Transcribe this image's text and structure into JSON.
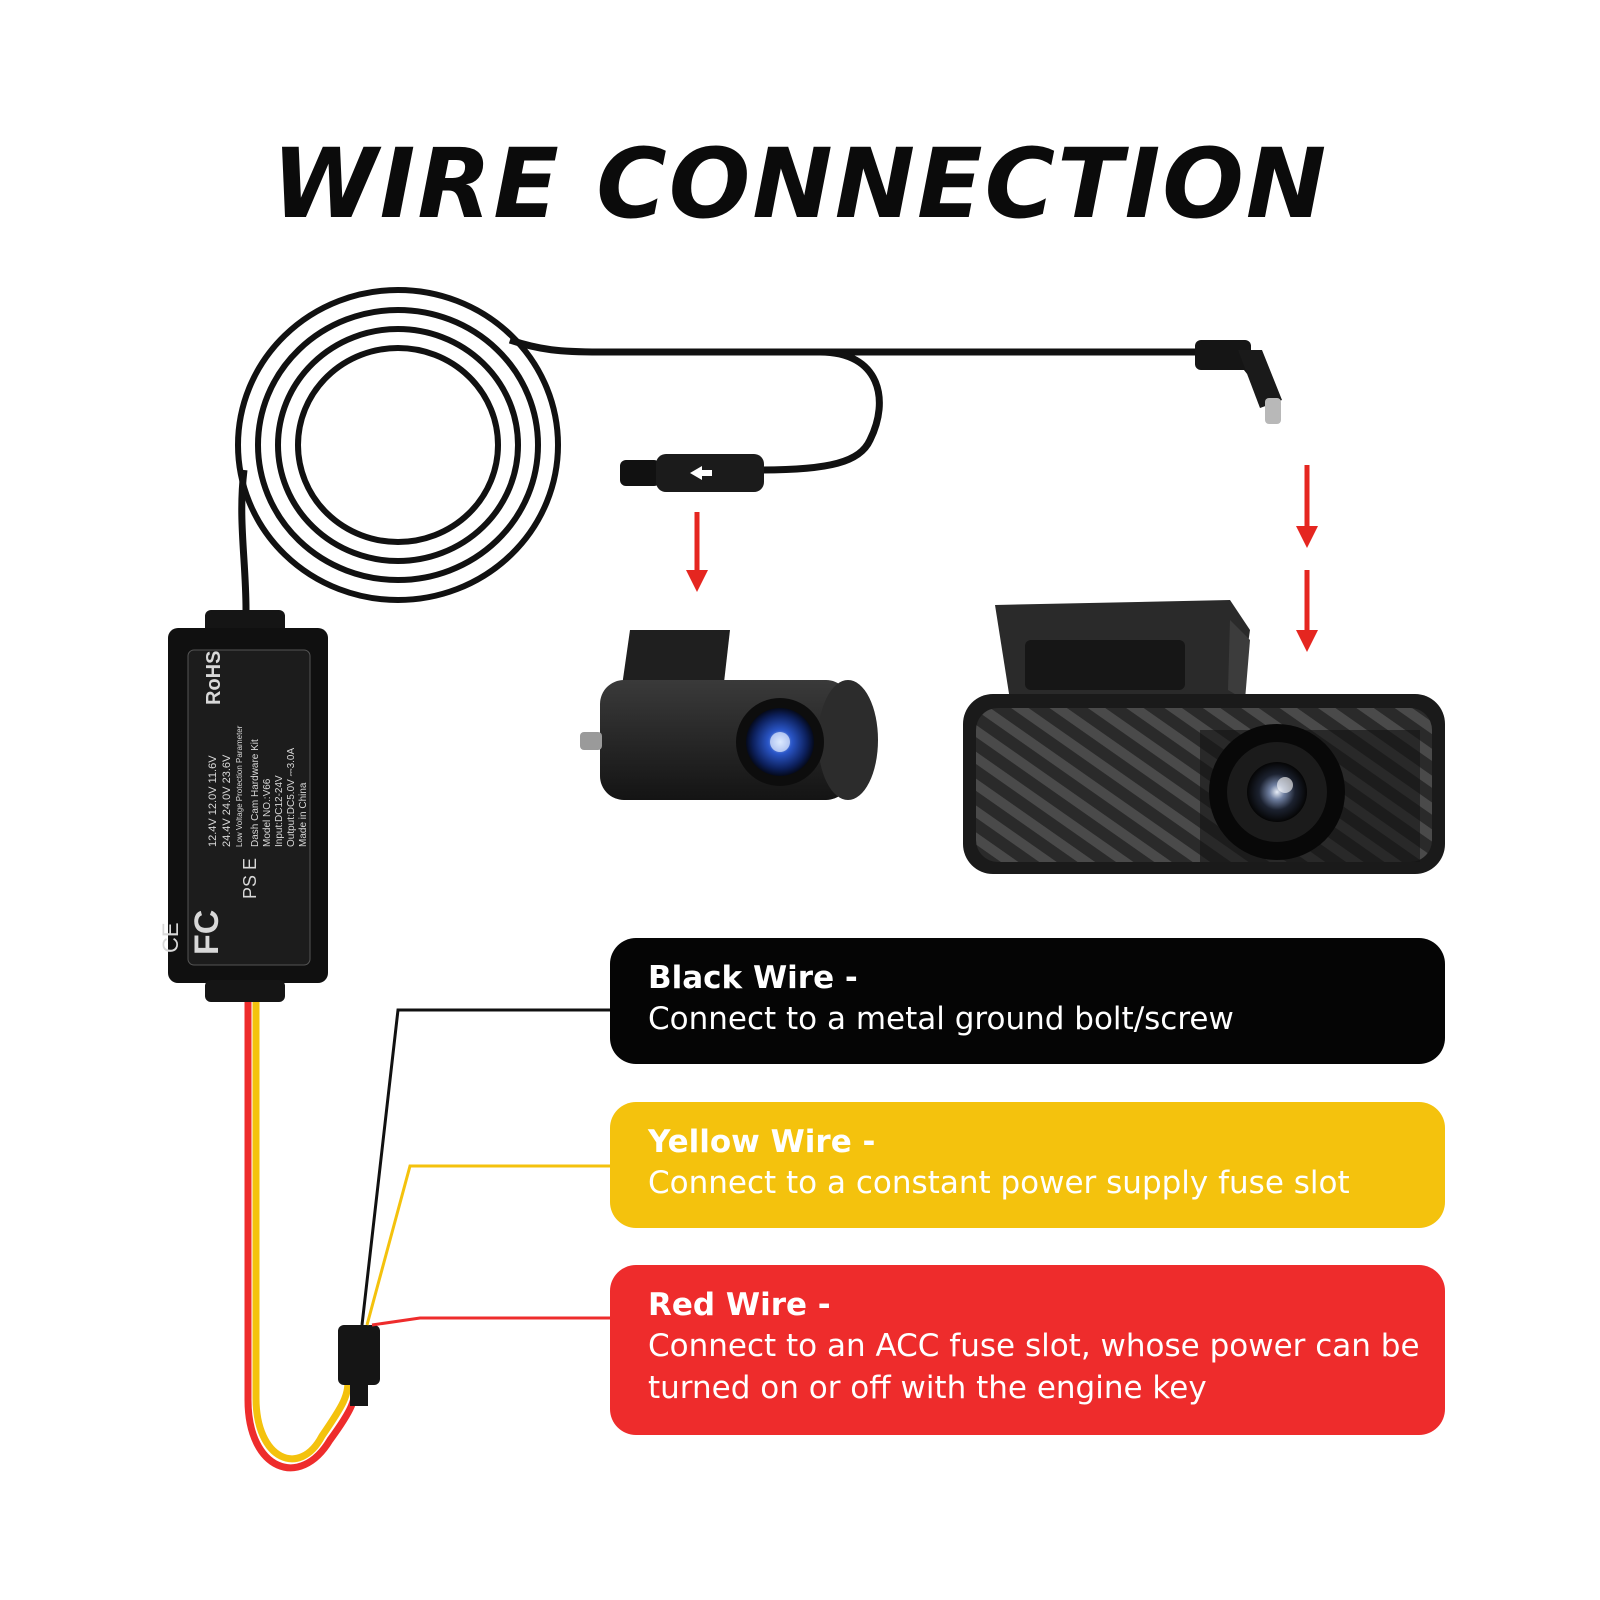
{
  "title": "WIRE CONNECTION",
  "module_label": {
    "rohs": "RoHS",
    "kit_name": "Dash Cam Hardware Kit",
    "model": "Model NO.:V66",
    "input": "Input:DC12-24V",
    "output": "Output:DC5.0V ⎓3.0A",
    "origin": "Made in China",
    "param_row1": "12.4V   12.0V   11.6V",
    "param_row2": "24.4V   24.0V   23.6V",
    "param_caption": "Low Voltage Protection Parameter",
    "mark_ce": "CE",
    "mark_fc": "FC",
    "mark_pse": "PS E"
  },
  "wires": [
    {
      "name": "Black Wire -",
      "desc": "Connect to a metal ground bolt/screw"
    },
    {
      "name": "Yellow Wire -",
      "desc": "Connect to a constant power supply fuse slot"
    },
    {
      "name": "Red Wire -",
      "desc": "Connect to an ACC fuse slot, whose power can be turned on or off with the engine key"
    }
  ],
  "colors": {
    "black_box": "#050505",
    "yellow_box": "#f4c20d",
    "red_box": "#ee2c2c",
    "arrow": "#e52620",
    "cable": "#111111"
  },
  "icons": [
    "down-arrow-icon",
    "left-arrow-icon",
    "fc-logo-icon",
    "ce-logo-icon",
    "pse-logo-icon"
  ]
}
